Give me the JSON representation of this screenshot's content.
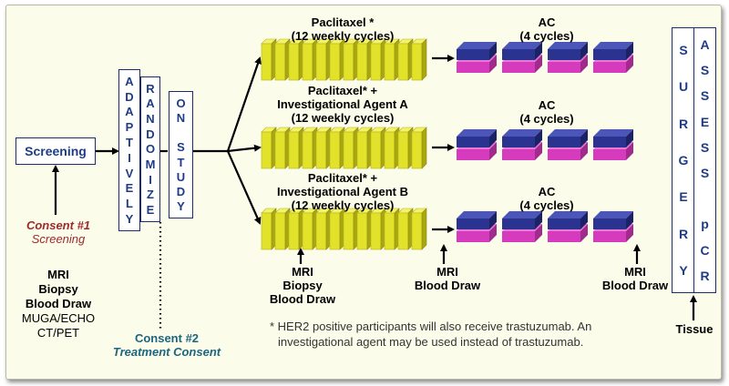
{
  "screening": {
    "label": "Screening"
  },
  "adaptively": {
    "letters": [
      "A",
      "D",
      "A",
      "P",
      "T",
      "I",
      "V",
      "E",
      "L",
      "Y"
    ]
  },
  "randomize": {
    "letters": [
      "R",
      "A",
      "N",
      "D",
      "O",
      "M",
      "I",
      "Z",
      "E"
    ]
  },
  "on_study": {
    "letters": [
      "O",
      "N",
      "",
      "S",
      "T",
      "U",
      "D",
      "Y"
    ]
  },
  "consent1": {
    "title": "Consent #1",
    "subtitle": "Screening"
  },
  "left_procedures": [
    "MRI",
    "Biopsy",
    "Blood Draw",
    "MUGA/ECHO",
    "CT/PET"
  ],
  "consent2": {
    "title": "Consent #2",
    "subtitle": "Treatment Consent"
  },
  "arms": [
    {
      "title_lines": [
        "Paclitaxel *",
        "(12 weekly cycles)"
      ],
      "ac_lines": [
        "AC",
        "(4 cycles)"
      ]
    },
    {
      "title_lines": [
        "Paclitaxel* +",
        "Investigational Agent A",
        "(12 weekly cycles)"
      ],
      "ac_lines": [
        "AC",
        "(4 cycles)"
      ]
    },
    {
      "title_lines": [
        "Paclitaxel* +",
        "Investigational Agent B",
        "(12 weekly cycles)"
      ],
      "ac_lines": [
        "AC",
        "(4 cycles)"
      ]
    }
  ],
  "timepoints": {
    "baseline": [
      "MRI",
      "Biopsy",
      "Blood Draw"
    ],
    "mid": [
      "MRI",
      "Blood Draw"
    ],
    "end": [
      "MRI",
      "Blood Draw"
    ]
  },
  "surgery": {
    "letters": [
      "S",
      "U",
      "R",
      "G",
      "E",
      "R",
      "Y"
    ]
  },
  "assess": {
    "letters": [
      "A",
      "S",
      "S",
      "E",
      "S",
      "S",
      "",
      "p",
      "C",
      "R"
    ]
  },
  "tissue": {
    "label": "Tissue"
  },
  "footnote": {
    "line1": "* HER2 positive participants will also receive trastuzumab.  An",
    "line2": "investigational agent may be used instead of trastuzumab."
  },
  "colors": {
    "paclitaxel_front": "#e3e22b",
    "ac_blue": "#2b3391",
    "ac_magenta": "#d63bbd",
    "box_border": "#1e2a6e",
    "text_blue": "#1e3c86",
    "consent1": "#9e2a2b",
    "consent2": "#1d6680"
  }
}
